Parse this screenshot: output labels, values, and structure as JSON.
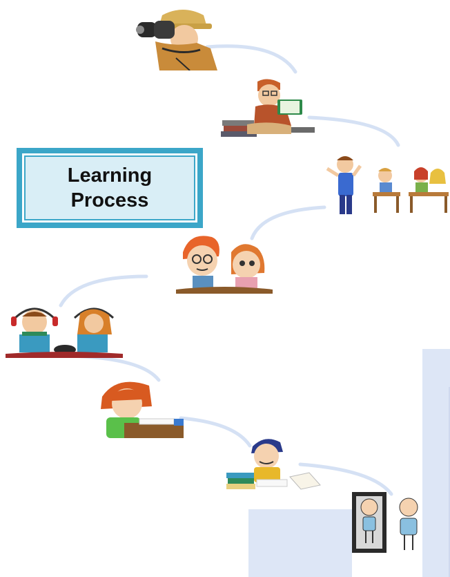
{
  "title": {
    "line1": "Learning",
    "line2": "Process"
  },
  "steps": [
    {
      "name": "observe",
      "icon": "binoculars-explorer-icon"
    },
    {
      "name": "read",
      "icon": "reading-student-icon"
    },
    {
      "name": "classroom",
      "icon": "teacher-class-icon"
    },
    {
      "name": "discuss",
      "icon": "two-students-icon"
    },
    {
      "name": "listen",
      "icon": "headphones-students-icon"
    },
    {
      "name": "write",
      "icon": "writing-girl-icon"
    },
    {
      "name": "study",
      "icon": "studying-boy-icon"
    },
    {
      "name": "reflect",
      "icon": "mirror-reflection-icon"
    }
  ],
  "colors": {
    "connector": "#d5e1f4",
    "title_frame": "#3ba6c8",
    "title_fill": "#d9eef6",
    "panel": "#dde6f6"
  }
}
